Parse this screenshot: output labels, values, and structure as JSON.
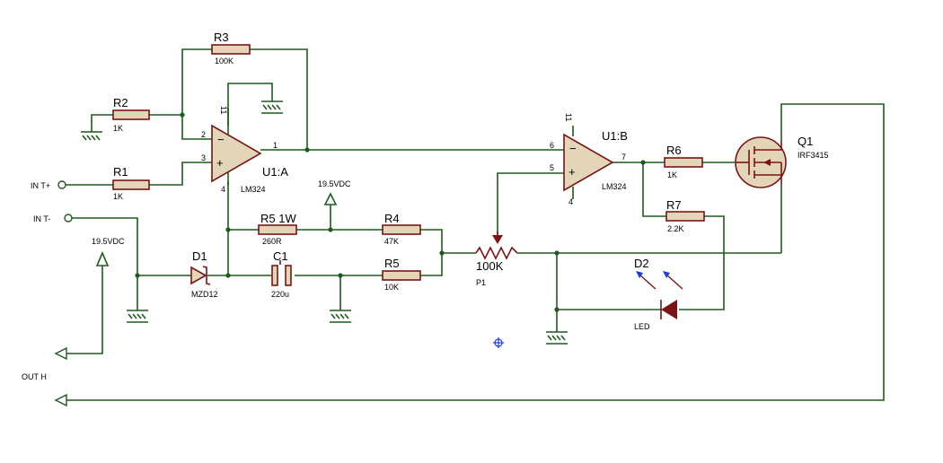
{
  "labels": {
    "r3_ref": "R3",
    "r3_val": "100K",
    "r2_ref": "R2",
    "r2_val": "1K",
    "r1_ref": "R1",
    "r1_val": "1K",
    "u1a_ref": "U1:A",
    "u1a_part": "LM324",
    "u1b_ref": "U1:B",
    "u1b_part": "LM324",
    "r6_ref": "R6",
    "r6_val": "1K",
    "r7_ref": "R7",
    "r7_val": "2.2K",
    "q1_ref": "Q1",
    "q1_part": "IRF3415",
    "r5w_ref": "R5 1W",
    "r5w_val": "260R",
    "r4_ref": "R4",
    "r4_val": "47K",
    "r5_ref": "R5",
    "r5_val": "10K",
    "c1_ref": "C1",
    "c1_val": "220u",
    "d1_ref": "D1",
    "d1_part": "MZD12",
    "d2_ref": "D2",
    "d2_part": "LED",
    "p1_val": "100K",
    "p1_ref": "P1",
    "supply1": "19.5VDC",
    "supply2": "19.5VDC",
    "in_tplus": "IN T+",
    "in_tminus": "IN T-",
    "out_h": "OUT H",
    "pin_a_minus": "2",
    "pin_a_plus": "3",
    "pin_a_out": "1",
    "pin_a_top": "11",
    "pin_a_bot": "4",
    "pin_b_minus": "6",
    "pin_b_plus": "5",
    "pin_b_out": "7",
    "pin_b_top": "11",
    "pin_b_bot": "4",
    "sym_minus_a": "−",
    "sym_plus_a": "+",
    "sym_minus_b": "−",
    "sym_plus_b": "+"
  },
  "colors": {
    "wire": "#1e5a1e",
    "component": "#7a1414",
    "component_fill": "#e3d6b8",
    "led_arrows": "#1a3fd6",
    "marker": "#1a3fd6"
  }
}
